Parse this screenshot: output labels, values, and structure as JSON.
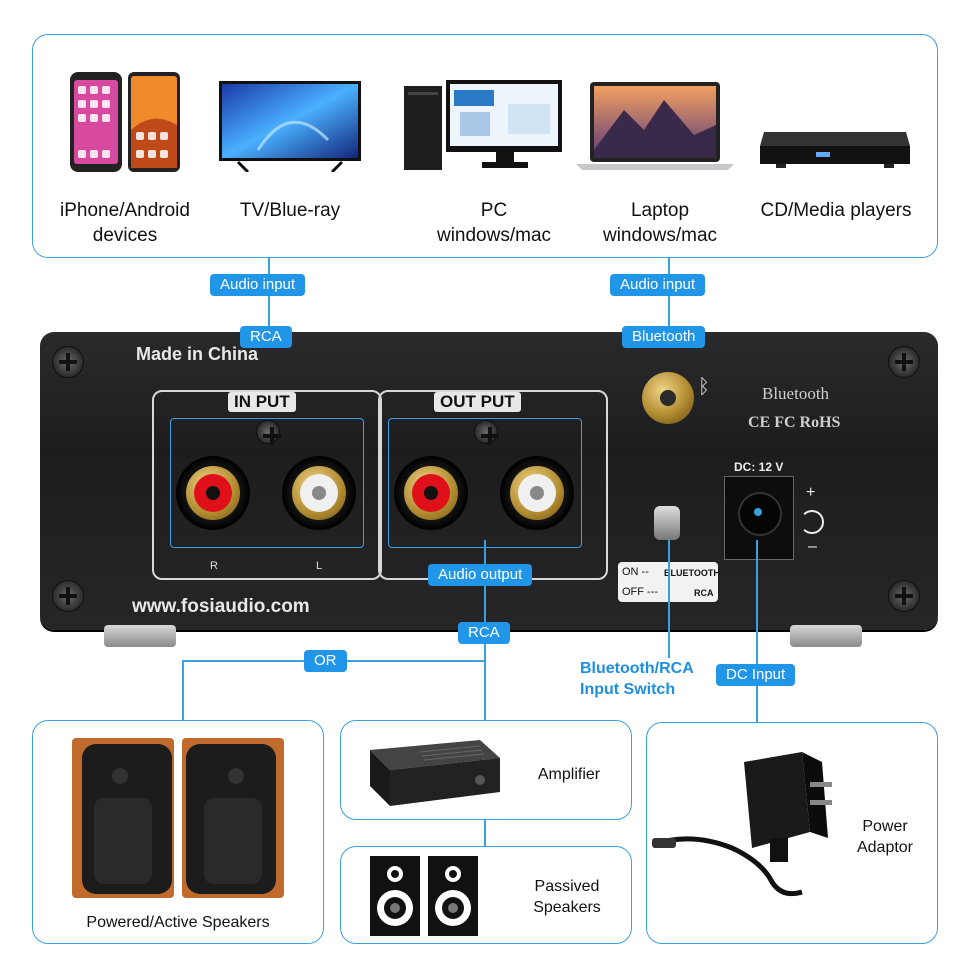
{
  "sources": [
    {
      "label": "iPhone/Android\ndevices",
      "icon": "smartphone-icon"
    },
    {
      "label": "TV/Blue-ray",
      "icon": "tv-icon"
    },
    {
      "label": "PC\nwindows/mac",
      "icon": "desktop-pc-icon"
    },
    {
      "label": "Laptop\nwindows/mac",
      "icon": "laptop-icon"
    },
    {
      "label": "CD/Media players",
      "icon": "media-player-icon"
    }
  ],
  "tags": {
    "audio_input_left": "Audio input",
    "audio_input_right": "Audio input",
    "rca_top": "RCA",
    "bluetooth": "Bluetooth",
    "audio_output": "Audio output",
    "rca_bottom": "RCA",
    "or": "OR",
    "dc_input": "DC Input"
  },
  "amp": {
    "made_in": "Made in China",
    "input_label": "IN PUT",
    "output_label": "OUT PUT",
    "r": "R",
    "l": "L",
    "website": "www.fosiaudio.com",
    "bt_logo": "Bluetooth",
    "certs": "CE FC RoHS",
    "dc_label": "DC: 12 V",
    "switch_on": "ON --",
    "switch_bt": "BLUETOOTH",
    "switch_off": "OFF ---",
    "switch_rca": "RCA",
    "plus": "+",
    "minus": "–"
  },
  "notes": {
    "switch_note": "Bluetooth/RCA\nInput Switch"
  },
  "outputs": {
    "powered": "Powered/Active Speakers",
    "amplifier": "Amplifier",
    "passive": "Passived\nSpeakers",
    "power": "Power\nAdaptor"
  },
  "colors": {
    "accent": "#2196e8",
    "line": "#3aa0e0",
    "chassis": "#222224",
    "red": "#e0101a"
  }
}
